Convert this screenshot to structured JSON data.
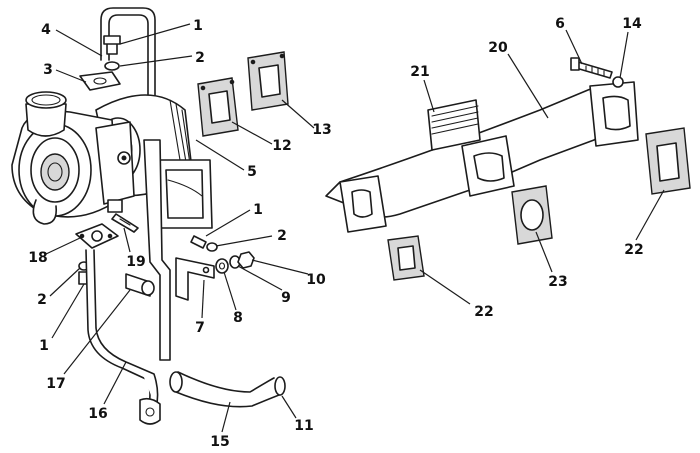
{
  "diagram": {
    "labels": [
      "1",
      "2",
      "3",
      "4",
      "1",
      "2",
      "5",
      "6",
      "7",
      "8",
      "9",
      "10",
      "11",
      "12",
      "13",
      "14",
      "15",
      "16",
      "17",
      "18",
      "19",
      "20",
      "21",
      "22",
      "22",
      "23",
      "2",
      "1"
    ]
  }
}
